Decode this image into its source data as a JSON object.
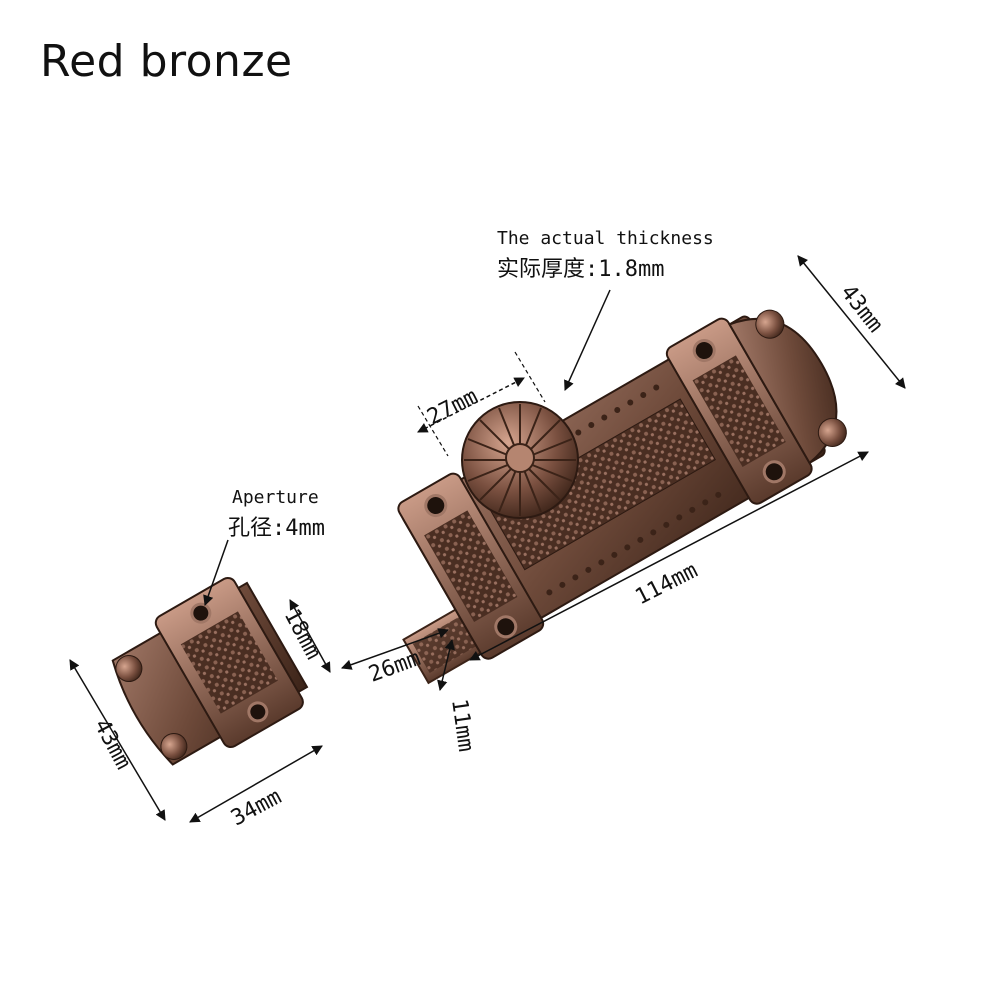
{
  "title": "Red bronze",
  "callouts": {
    "thickness_en": "The actual thickness",
    "thickness_cn": "实际厚度:1.8mm",
    "aperture_en": "Aperture",
    "aperture_cn": "孔径:4mm"
  },
  "dimensions": {
    "plate_height_right": "43mm",
    "knob_width": "27mm",
    "bolt_length": "114mm",
    "bolt_width": "18mm",
    "bolt_extension": "26mm",
    "bolt_depth": "11mm",
    "keeper_height": "43mm",
    "keeper_width": "34mm"
  },
  "colors": {
    "bronze_dark": "#3b2318",
    "bronze_mid": "#6e4a3a",
    "bronze_light": "#a07766",
    "highlight": "#c99a86"
  }
}
